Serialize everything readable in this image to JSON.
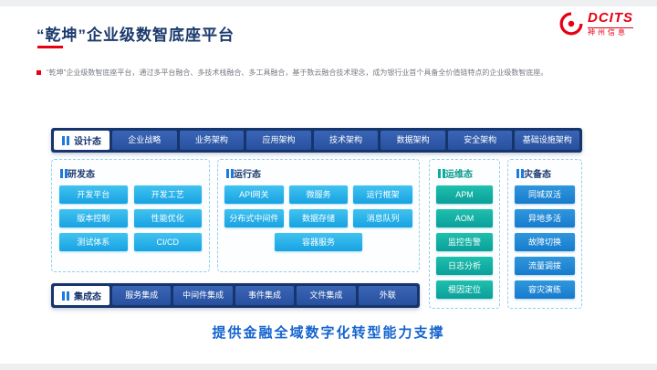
{
  "page": {
    "title": "“乾坤”企业级数智底座平台",
    "intro": "“乾坤”企业级数智底座平台，通过多平台融合、多技术栈融合、多工具融合，基于数云融合技术理念，成为银行业首个具备全价值链特点的企业级数智底座。",
    "footer": "提供金融全域数字化转型能力支撑"
  },
  "logo": {
    "brand": "DCITS",
    "company": "神州信息"
  },
  "design_row": {
    "label": "设计态",
    "items": [
      "企业战略",
      "业务架构",
      "应用架构",
      "技术架构",
      "数据架构",
      "安全架构",
      "基础设施架构"
    ]
  },
  "dev_box": {
    "label": "研发态",
    "items": [
      "开发平台",
      "开发工艺",
      "版本控制",
      "性能优化",
      "测试体系",
      "CI/CD"
    ]
  },
  "runtime_box": {
    "label": "运行态",
    "rows": [
      [
        "API网关",
        "微服务",
        "运行框架"
      ],
      [
        "分布式中间件",
        "数据存储",
        "消息队列"
      ]
    ],
    "wide_item": "容器服务"
  },
  "ops_column": {
    "label": "运维态",
    "items": [
      "APM",
      "AOM",
      "监控告警",
      "日志分析",
      "根因定位"
    ]
  },
  "dr_column": {
    "label": "灾备态",
    "items": [
      "同城双活",
      "异地多活",
      "故障切换",
      "流量调拨",
      "容灾演练"
    ]
  },
  "integration_row": {
    "label": "集成态",
    "items": [
      "服务集成",
      "中间件集成",
      "事件集成",
      "文件集成",
      "外联"
    ]
  },
  "colors": {
    "navy": "#16356d",
    "accent_red": "#e60012",
    "cyan": "#17a2e2",
    "teal": "#0b9f9b",
    "blue": "#177bcc",
    "footer_blue": "#1464cf"
  }
}
